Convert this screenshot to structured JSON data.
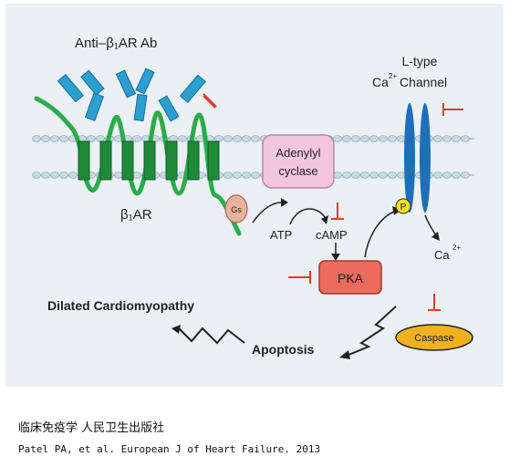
{
  "labels": {
    "antibody": "Anti–β₁AR Ab",
    "receptor": "β₁AR",
    "channel_line1": "L-type",
    "channel_ca": "Ca",
    "channel_ca_sup": "2+",
    "channel_line2": "Channel",
    "adenylyl_line1": "Adenylyl",
    "adenylyl_line2": "cyclase",
    "gs": "Gs",
    "atp": "ATP",
    "camp": "cAMP",
    "pka": "PKA",
    "phospho": "P",
    "ca_ion": "Ca",
    "ca_ion_sup": "2+",
    "caspase": "Caspase",
    "apoptosis": "Apoptosis",
    "dcm": "Dilated Cardiomyopathy"
  },
  "caption": "临床免疫学 人民卫生出版社",
  "citation": "Patel PA, et al. European J of Heart Failure. 2013",
  "colors": {
    "background": "#eaf0f4",
    "receptor_line": "#2dab4a",
    "receptor_helix": "#1e8a3a",
    "antibody": "#2b9fd0",
    "inhibitor": "#e03b2e",
    "adenylyl_fill": "#f3c6dd",
    "pka_fill": "#ec6a5e",
    "caspase_fill": "#f0b020",
    "channel": "#1f6fb8",
    "phospho_fill": "#f4e21a",
    "gs_fill": "#e8b39a"
  }
}
